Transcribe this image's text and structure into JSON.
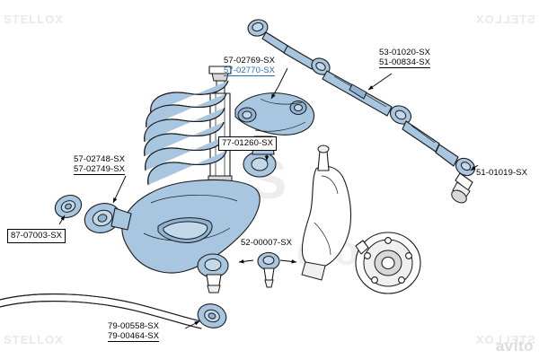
{
  "document": {
    "type": "automotive-parts-exploded-diagram",
    "brand": "STELLOX",
    "marketplace_watermark": "avito",
    "background_color": "#ffffff",
    "highlight_color": "#a9c6e0",
    "blue_text_color": "#2a6fb5"
  },
  "labels": [
    {
      "id": "l-57-02769",
      "boxed": false,
      "lines": [
        {
          "text": "57-02769-SX",
          "color": "black",
          "underline": false
        },
        {
          "text": "57-02770-SX",
          "color": "blue",
          "underline": true
        }
      ]
    },
    {
      "id": "l-53-01020",
      "boxed": false,
      "lines": [
        {
          "text": "53-01020-SX",
          "color": "black",
          "underline": false
        },
        {
          "text": "51-00834-SX",
          "color": "black",
          "underline": true
        }
      ]
    },
    {
      "id": "l-77-01260",
      "boxed": true,
      "lines": [
        {
          "text": "77-01260-SX",
          "color": "black",
          "underline": false
        }
      ]
    },
    {
      "id": "l-51-01019",
      "boxed": false,
      "lines": [
        {
          "text": "51-01019-SX",
          "color": "black",
          "underline": false
        }
      ]
    },
    {
      "id": "l-57-02748",
      "boxed": false,
      "lines": [
        {
          "text": "57-02748-SX",
          "color": "black",
          "underline": false
        },
        {
          "text": "57-02749-SX",
          "color": "black",
          "underline": true
        }
      ]
    },
    {
      "id": "l-87-07003",
      "boxed": true,
      "lines": [
        {
          "text": "87-07003-SX",
          "color": "black",
          "underline": false
        }
      ]
    },
    {
      "id": "l-52-00007",
      "boxed": false,
      "lines": [
        {
          "text": "52-00007-SX",
          "color": "black",
          "underline": false
        }
      ]
    },
    {
      "id": "l-79-00558",
      "boxed": false,
      "lines": [
        {
          "text": "79-00558-SX",
          "color": "black",
          "underline": false
        },
        {
          "text": "79-00464-SX",
          "color": "black",
          "underline": true
        }
      ]
    }
  ],
  "watermarks": [
    {
      "text": "STELLOX",
      "position": "top-left"
    },
    {
      "text": "STELLOX",
      "position": "top-right"
    },
    {
      "text": "STELLOX",
      "position": "bottom-left"
    },
    {
      "text": "STELLOX",
      "position": "bottom-right"
    },
    {
      "text": "S",
      "position": "center-large"
    },
    {
      "text": "фото",
      "position": "center-right-large"
    },
    {
      "text": "avito",
      "position": "bottom-right-corner"
    }
  ]
}
